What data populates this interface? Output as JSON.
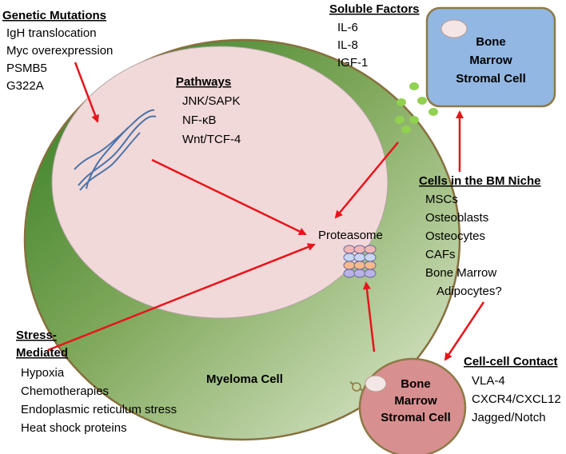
{
  "genetic": {
    "heading": "Genetic Mutations",
    "items": [
      "IgH translocation",
      "Myc overexpression",
      "PSMB5",
      "G322A"
    ]
  },
  "pathways": {
    "heading": "Pathways",
    "items": [
      "JNK/SAPK",
      "NF-κB",
      "Wnt/TCF-4"
    ]
  },
  "soluble": {
    "heading": "Soluble Factors",
    "items": [
      "IL-6",
      "IL-8",
      "IGF-1"
    ]
  },
  "stromal_top": {
    "lines": [
      "Bone",
      "Marrow",
      "Stromal Cell"
    ]
  },
  "niche": {
    "heading": "Cells in the BM Niche",
    "items": [
      "MSCs",
      "Osteoblasts",
      "Osteocytes",
      "CAFs",
      "Bone Marrow",
      "Adipocytes?"
    ]
  },
  "proteasome": {
    "label": "Proteasome"
  },
  "stress": {
    "heading_lines": [
      "Stress-",
      "Mediated"
    ],
    "items": [
      "Hypoxia",
      "Chemotherapies",
      "Endoplasmic reticulum stress",
      "Heat shock proteins"
    ]
  },
  "myeloma": {
    "label": "Myeloma Cell"
  },
  "stromal_bottom": {
    "lines": [
      "Bone",
      "Marrow",
      "Stromal Cell"
    ]
  },
  "contact": {
    "heading": "Cell-cell Contact",
    "items": [
      "VLA-4",
      "CXCR4/CXCL12",
      "Jagged/Notch"
    ]
  },
  "colors": {
    "arrow": "#e8141b",
    "myeloma_outer": "#4f8a2b",
    "myeloma_inner": "#f2d9d9",
    "stromal_top_fill": "#93b7e3",
    "stromal_bottom_fill": "#d88f8f",
    "stromal_border": "#8c7a48",
    "factor_dots": "#92d050"
  }
}
